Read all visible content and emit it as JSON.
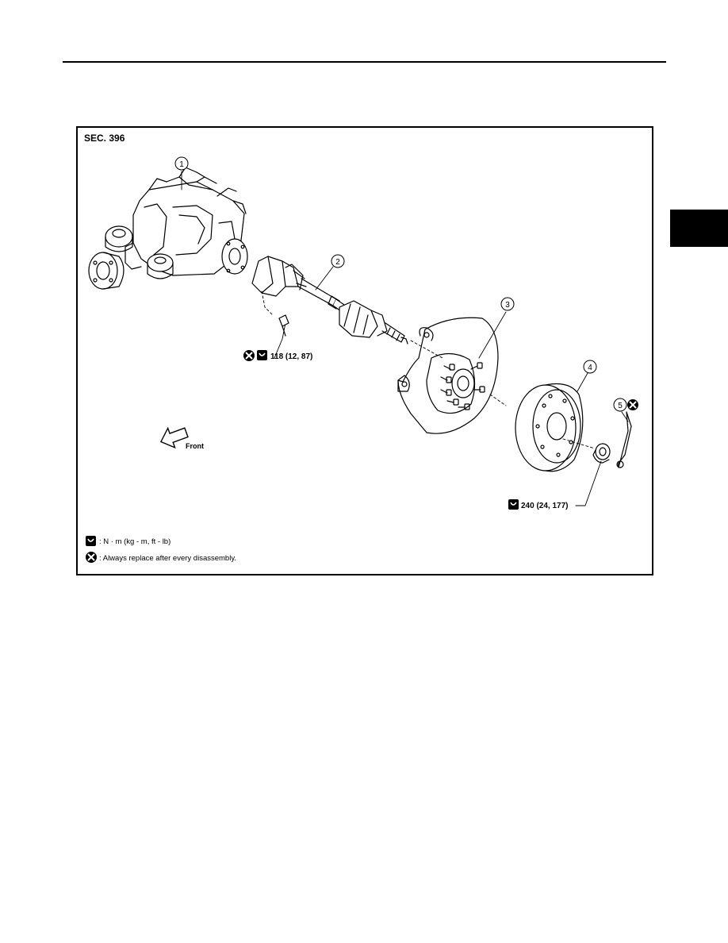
{
  "diagram": {
    "section": "SEC. 396",
    "callouts": [
      "1",
      "2",
      "3",
      "4",
      "5"
    ],
    "torque_1": "118 (12, 87)",
    "torque_2": "240 (24, 177)",
    "front_label": "Front",
    "legend": {
      "torque_units": ": N · m (kg - m, ft - lb)",
      "replace_note": ": Always replace after every disassembly."
    }
  }
}
